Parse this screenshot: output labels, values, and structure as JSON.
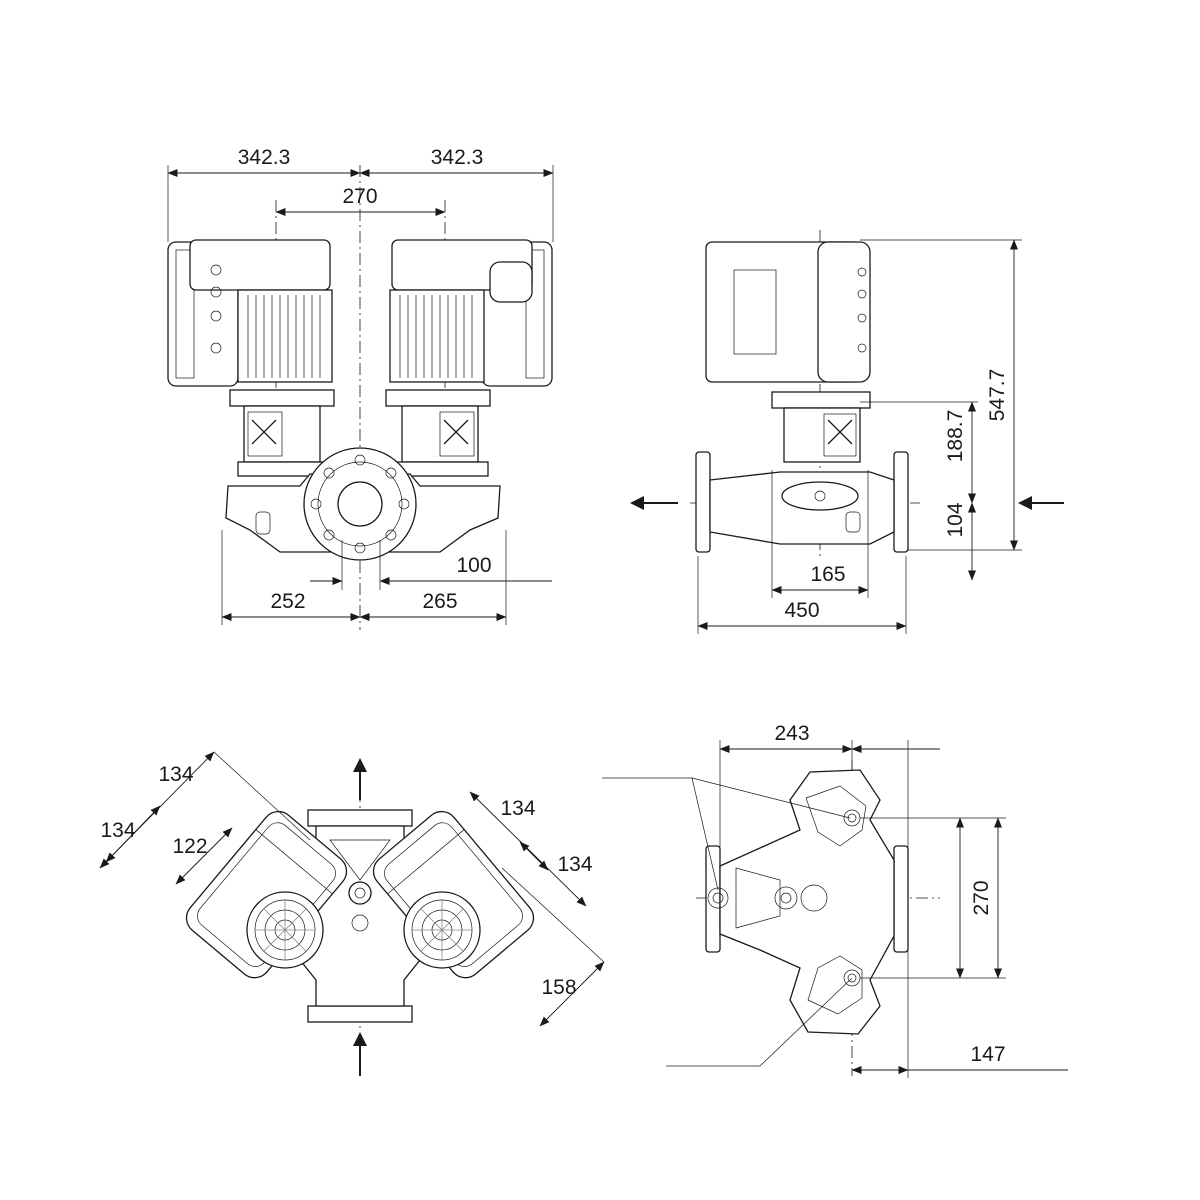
{
  "drawing": {
    "front_view": {
      "dimensions": {
        "left_width": "342.3",
        "right_width": "342.3",
        "motor_spacing": "270",
        "pipe_offset": "100",
        "left_base": "252",
        "right_base": "265"
      }
    },
    "side_view": {
      "dimensions": {
        "total_height": "547.7",
        "shaft_height": "188.7",
        "flange_height": "104",
        "foot_width": "165",
        "port_to_port": "450"
      }
    },
    "top_view": {
      "dimensions": {
        "left_outer": "134",
        "left_inner": "134",
        "left_small": "122",
        "right_outer": "134",
        "right_inner": "134",
        "right_depth": "158"
      }
    },
    "bottom_view": {
      "dimensions": {
        "top_width": "243",
        "hole_spacing": "270",
        "bottom_offset": "147"
      }
    }
  }
}
